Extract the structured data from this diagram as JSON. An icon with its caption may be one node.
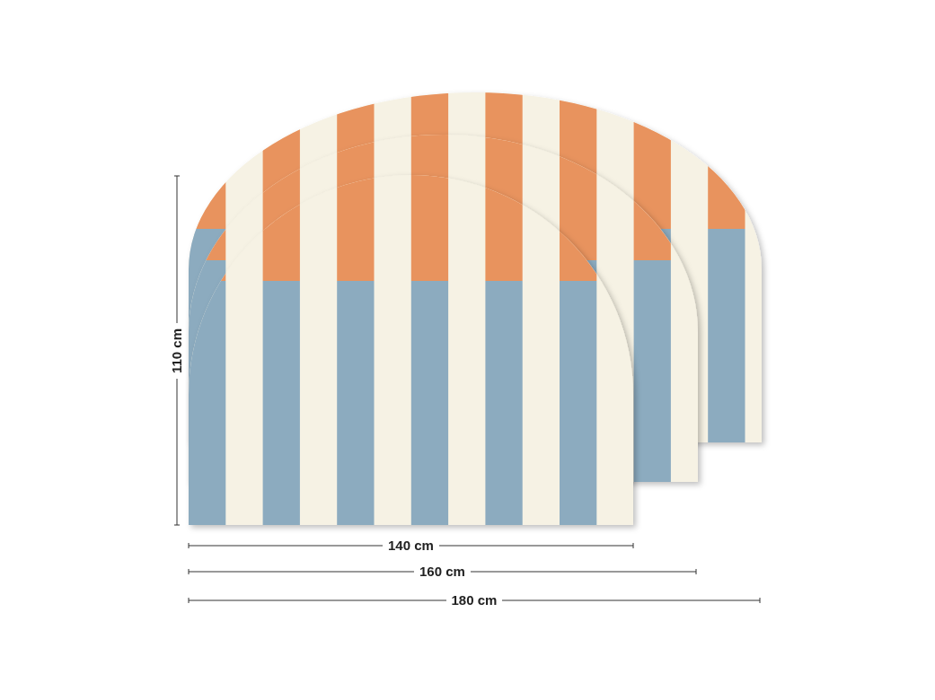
{
  "diagram": {
    "labels": [
      "110 cm",
      "140 cm",
      "160 cm",
      "180 cm"
    ]
  }
}
